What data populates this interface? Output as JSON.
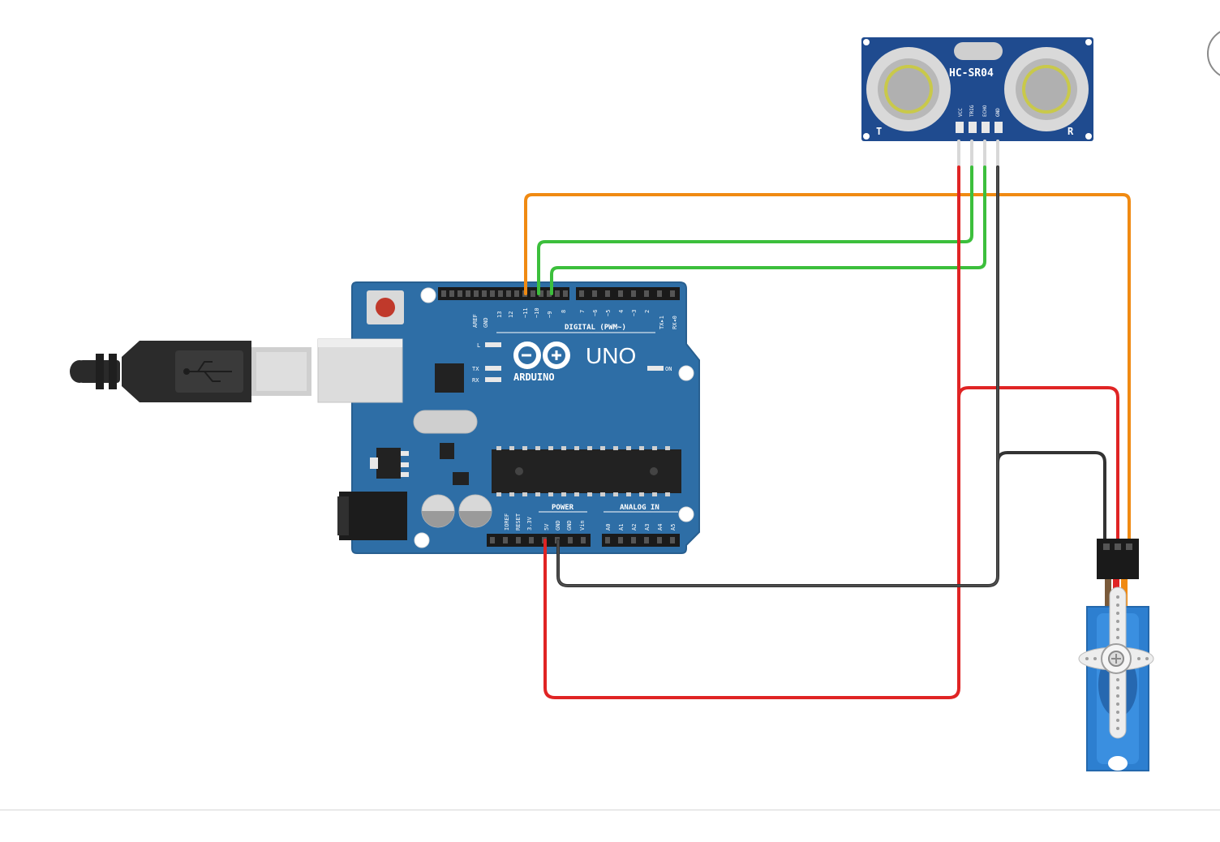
{
  "arduino": {
    "logo_text": "ARDUINO",
    "model": "UNO",
    "digital_header_label": "DIGITAL (PWM~)",
    "power_label": "POWER",
    "analog_label": "ANALOG IN",
    "led_l": "L",
    "led_tx": "TX",
    "led_rx": "RX",
    "led_on": "ON",
    "top_pins": [
      "AREF",
      "GND",
      "13",
      "12",
      "~11",
      "~10",
      "~9",
      "8",
      "7",
      "~6",
      "~5",
      "4",
      "~3",
      "2",
      "TX▸1",
      "RX◂0"
    ],
    "power_pins": [
      "IOREF",
      "RESET",
      "3.3V",
      "5V",
      "GND",
      "GND",
      "Vin"
    ],
    "analog_pins": [
      "A0",
      "A1",
      "A2",
      "A3",
      "A4",
      "A5"
    ]
  },
  "sensor": {
    "model": "HC-SR04",
    "pins": [
      "VCC",
      "TRIG",
      "ECHO",
      "GND"
    ],
    "left_letter": "T",
    "right_letter": "R"
  },
  "wire_colors": {
    "power": "#e02424",
    "ground": "#333333",
    "signal_servo": "#f08a12",
    "signal_trig": "#3cbf3c",
    "signal_echo": "#3cbf3c"
  },
  "colors": {
    "board": "#2e6ea6",
    "sensor_board": "#1f4b8f",
    "servo": "#2d7fd0"
  }
}
